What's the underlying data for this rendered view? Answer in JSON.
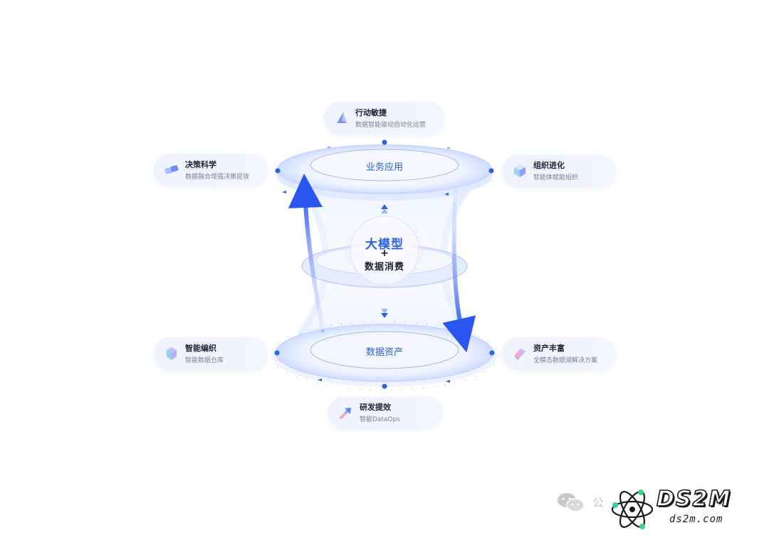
{
  "layers": {
    "top": "业务应用",
    "core_title": "大模型",
    "core_plus": "+",
    "core_sub": "数据消费",
    "bottom": "数据资产"
  },
  "cards": {
    "action": {
      "title": "行动敏捷",
      "subtitle": "数据智能驱动自动化运营",
      "icon": "triangle-icon"
    },
    "decision": {
      "title": "决策科学",
      "subtitle": "数据融合增强决策提效",
      "icon": "cubes-icon"
    },
    "org": {
      "title": "组织进化",
      "subtitle": "智能体赋能组织",
      "icon": "cube-icon"
    },
    "weave": {
      "title": "智能编织",
      "subtitle": "智能数据仓库",
      "icon": "gem-icon"
    },
    "assets": {
      "title": "资产丰富",
      "subtitle": "全模态数据湖解决方案",
      "icon": "crystal-icon"
    },
    "dev": {
      "title": "研发提效",
      "subtitle": "智能DataOps",
      "icon": "arrow-up-right-icon"
    }
  },
  "colors": {
    "accent": "#2a62e6",
    "arrow": "#2f5cf0",
    "ring_label": "#2d5fd8",
    "card_bg": "#eef3ff"
  },
  "watermark": {
    "logo": "DS2M",
    "url": "ds2m.com",
    "stub": "公"
  }
}
